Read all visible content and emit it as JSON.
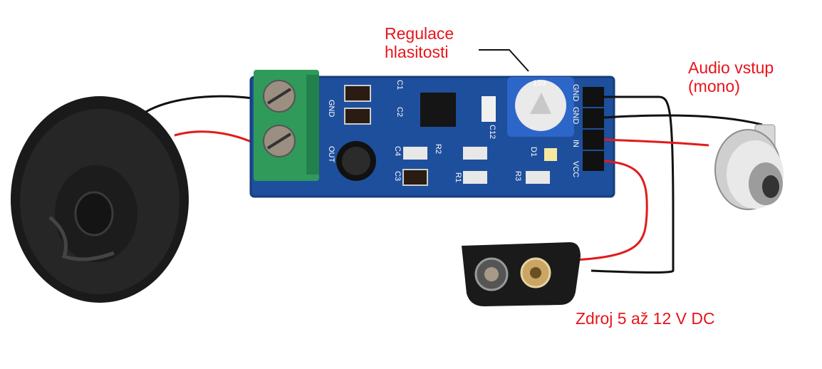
{
  "annotations": {
    "volume_line1": "Regulace",
    "volume_line2": "hlasitosti",
    "audio_line1": "Audio vstup",
    "audio_line2": "(mono)",
    "power": "Zdroj 5 až 12 V DC"
  },
  "board": {
    "silkscreen_gnd_left": "GND",
    "silkscreen_out": "OUT",
    "pins": [
      "GND",
      "GND",
      "IN",
      "VCC"
    ],
    "labels": [
      "C1",
      "C2",
      "C3",
      "C4",
      "C12",
      "R1",
      "R2",
      "R3",
      "D1"
    ],
    "pot_marking": "103"
  },
  "colors": {
    "annotation": "#e8141b",
    "pcb": "#1e4f9c",
    "terminal": "#2f9a5a",
    "wire_red": "#e11b1b",
    "wire_black": "#111111"
  }
}
